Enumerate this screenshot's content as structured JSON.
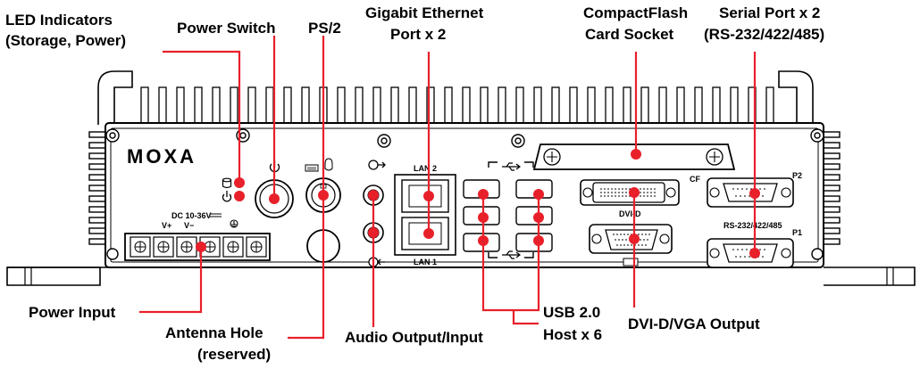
{
  "brand": "MOXA",
  "accent_color": "#e8202a",
  "callouts": {
    "led_indicators": [
      "LED Indicators",
      "(Storage, Power)"
    ],
    "power_switch": "Power Switch",
    "ps2": "PS/2",
    "gigabit_ethernet": [
      "Gigabit Ethernet",
      "Port x 2"
    ],
    "compactflash": [
      "CompactFlash",
      "Card Socket"
    ],
    "serial_port": [
      "Serial Port x 2",
      "(RS-232/422/485)"
    ],
    "power_input": "Power Input",
    "antenna_hole": [
      "Antenna Hole",
      "(reserved)"
    ],
    "audio": "Audio Output/Input",
    "usb": [
      "USB 2.0",
      "Host x 6"
    ],
    "dvi_vga": "DVI-D/VGA Output"
  },
  "panel_labels": {
    "dc": "DC 10-36V",
    "v_plus": "V+",
    "v_minus": "V−",
    "lan2": "LAN 2",
    "lan1": "LAN 1",
    "cf": "CF",
    "dvi_d": "DVI-D",
    "p2": "P2",
    "p1": "P1",
    "rs": "RS-232/422/485"
  },
  "icons": [
    "storage-icon",
    "power-icon",
    "keyboard-icon",
    "mouse-icon",
    "audio-out-icon",
    "audio-in-icon",
    "usb-icon",
    "ground-icon"
  ]
}
